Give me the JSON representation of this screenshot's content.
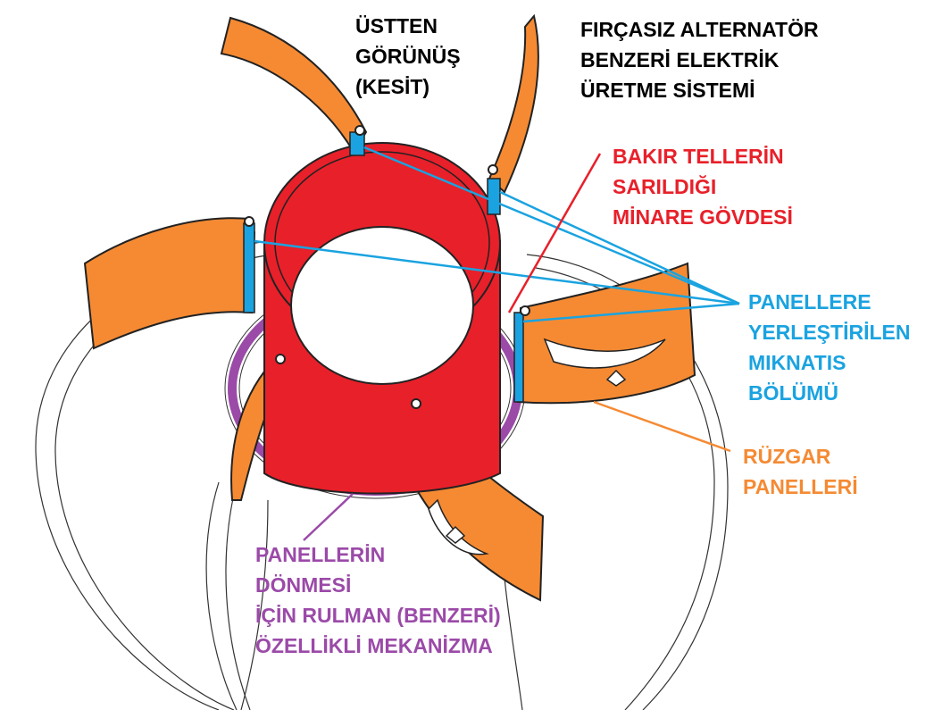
{
  "labels": {
    "top_view": {
      "lines": [
        "ÜSTTEN",
        "GÖRÜNÜŞ",
        " (KESİT)"
      ],
      "color": "#000000"
    },
    "system": {
      "lines": [
        "FIRÇASIZ ALTERNATÖR",
        "BENZERİ ELEKTRİK",
        "ÜRETME SİSTEMİ"
      ],
      "color": "#000000"
    },
    "copper": {
      "lines": [
        "BAKIR TELLERİN",
        "SARILDIĞI",
        "MİNARE GÖVDESİ"
      ],
      "color": "#e8202a"
    },
    "magnet": {
      "lines": [
        "PANELLERE",
        "YERLEŞTİRİLEN",
        "MIKNATIS",
        "BÖLÜMÜ"
      ],
      "color": "#1aa3e0"
    },
    "wind": {
      "lines": [
        "RÜZGAR",
        "PANELLERİ"
      ],
      "color": "#f58a33"
    },
    "bearing": {
      "lines": [
        "PANELLERİN",
        "DÖNMESİ",
        "İÇİN RULMAN (BENZERİ)",
        "ÖZELLİKLİ  MEKANİZMA"
      ],
      "color": "#9b4aa8"
    }
  },
  "colors": {
    "panel": "#f58a33",
    "tower": "#e8202a",
    "magnet": "#1aa3e0",
    "bearing": "#9b4aa8",
    "outline": "#222222"
  }
}
